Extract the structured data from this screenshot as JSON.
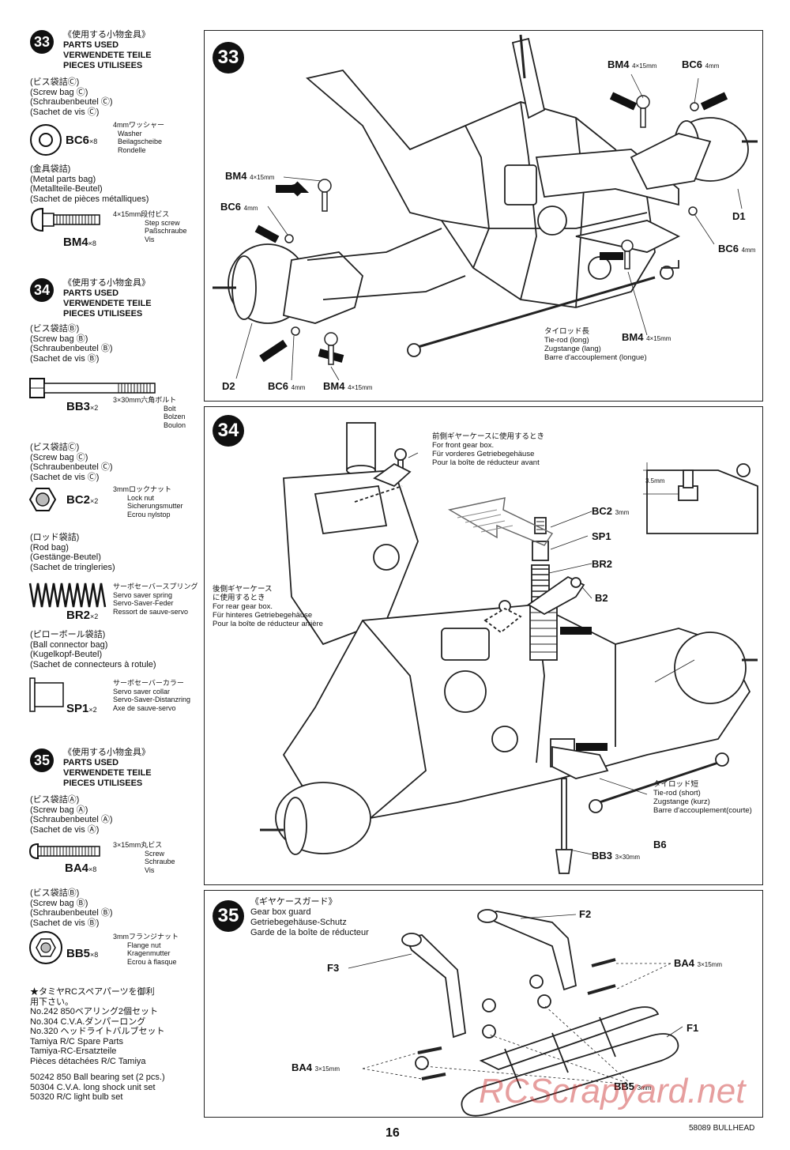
{
  "sidebar": {
    "s33": {
      "num": "33",
      "hdr_jp": "《使用する小物金具》",
      "hdr_en": "PARTS USED",
      "hdr_de": "VERWENDETE TEILE",
      "hdr_fr": "PIECES UTILISEES",
      "bag1": [
        "(ビス袋詰Ⓒ)",
        "(Screw bag Ⓒ)",
        "(Schraubenbeutel Ⓒ)",
        "(Sachet de vis Ⓒ)"
      ],
      "bc6_code": "BC6",
      "bc6_qty": "×8",
      "bc6_desc": [
        "4mmワッシャー",
        "Washer",
        "Beilagscheibe",
        "Rondelle"
      ],
      "bag2": [
        "(金具袋詰)",
        "(Metal parts bag)",
        "(Metallteile-Beutel)",
        "(Sachet de pièces métalliques)"
      ],
      "bm4_code": "BM4",
      "bm4_qty": "×8",
      "bm4_desc": [
        "4×15mm段付ビス",
        "Step screw",
        "Paßschraube",
        "Vis"
      ]
    },
    "s34": {
      "num": "34",
      "hdr_jp": "《使用する小物金具》",
      "hdr_en": "PARTS USED",
      "hdr_de": "VERWENDETE TEILE",
      "hdr_fr": "PIECES UTILISEES",
      "bag1": [
        "(ビス袋詰Ⓑ)",
        "(Screw bag Ⓑ)",
        "(Schraubenbeutel Ⓑ)",
        "(Sachet de vis Ⓑ)"
      ],
      "bb3_code": "BB3",
      "bb3_qty": "×2",
      "bb3_desc": [
        "3×30mm六角ボルト",
        "Bolt",
        "Bolzen",
        "Boulon"
      ],
      "bag2": [
        "(ビス袋詰Ⓒ)",
        "(Screw bag Ⓒ)",
        "(Schraubenbeutel Ⓒ)",
        "(Sachet de vis Ⓒ)"
      ],
      "bc2_code": "BC2",
      "bc2_qty": "×2",
      "bc2_desc": [
        "3mmロックナット",
        "Lock nut",
        "Sicherungsmutter",
        "Ecrou nylstop"
      ],
      "bag3": [
        "(ロッド袋詰)",
        "(Rod bag)",
        "(Gestänge-Beutel)",
        "(Sachet de tringleries)"
      ],
      "br2_code": "BR2",
      "br2_qty": "×2",
      "br2_desc": [
        "サーボセーバースプリング",
        "Servo saver spring",
        "Servo-Saver-Feder",
        "Ressort de sauve-servo"
      ],
      "bag4": [
        "(ピローボール袋詰)",
        "(Ball connector bag)",
        "(Kugelkopf-Beutel)",
        "(Sachet de connecteurs à rotule)"
      ],
      "sp1_code": "SP1",
      "sp1_qty": "×2",
      "sp1_desc": [
        "サーボセーバーカラー",
        "Servo saver collar",
        "Servo-Saver-Distanzring",
        "Axe de sauve-servo"
      ]
    },
    "s35": {
      "num": "35",
      "hdr_jp": "《使用する小物金具》",
      "hdr_en": "PARTS USED",
      "hdr_de": "VERWENDETE TEILE",
      "hdr_fr": "PIECES UTILISEES",
      "bag1": [
        "(ビス袋詰Ⓐ)",
        "(Screw bag Ⓐ)",
        "(Schraubenbeutel Ⓐ)",
        "(Sachet de vis Ⓐ)"
      ],
      "ba4_code": "BA4",
      "ba4_qty": "×8",
      "ba4_desc": [
        "3×15mm丸ビス",
        "Screw",
        "Schraube",
        "Vis"
      ],
      "bag2": [
        "(ビス袋詰Ⓑ)",
        "(Screw bag Ⓑ)",
        "(Schraubenbeutel Ⓑ)",
        "(Sachet de vis Ⓑ)"
      ],
      "bb5_code": "BB5",
      "bb5_qty": "×8",
      "bb5_desc": [
        "3mmフランジナット",
        "Flange nut",
        "Kragenmutter",
        "Ecrou à flasque"
      ]
    },
    "spare": {
      "lines": [
        "★タミヤRCスペアパーツを御利",
        "用下さい。",
        "No.242  850ベアリング2個セット",
        "No.304  C.V.A.ダンパーロング",
        "No.320  ヘッドライトバルブセット",
        "Tamiya R/C Spare Parts",
        "Tamiya-RC-Ersatzteile",
        "Pièces détachées R/C Tamiya",
        "",
        "50242 850 Ball bearing set (2 pcs.)",
        "50304 C.V.A. long shock unit set",
        "50320 R/C light bulb set"
      ]
    }
  },
  "panel33": {
    "num": "33",
    "labels": {
      "bm4_tr": "BM4",
      "bm4_tr_sz": "4×15mm",
      "bc6_tr": "BC6",
      "bc6_tr_sz": "4mm",
      "bm4_l": "BM4",
      "bm4_l_sz": "4×15mm",
      "bc6_l": "BC6",
      "bc6_l_sz": "4mm",
      "d1": "D1",
      "bc6_r": "BC6",
      "bc6_r_sz": "4mm",
      "bm4_br": "BM4",
      "bm4_br_sz": "4×15mm",
      "d2": "D2",
      "bc6_b": "BC6",
      "bc6_b_sz": "4mm",
      "bm4_b": "BM4",
      "bm4_b_sz": "4×15mm"
    },
    "tierod": [
      "タイロッド長",
      "Tie-rod (long)",
      "Zugstange (lang)",
      "Barre d'accouplement (longue)"
    ]
  },
  "panel34": {
    "num": "34",
    "front_note": [
      "前側ギヤーケースに使用するとき",
      "For front gear box.",
      "Für vorderes Getriebegehäuse",
      "Pour la boîte de réducteur avant"
    ],
    "rear_note": [
      "後側ギヤーケース",
      "に使用するとき",
      "For rear gear box.",
      "Für hinteres Getriebegehäuse",
      "Pour la boîte de réducteur arrière"
    ],
    "dim": "3.5mm",
    "labels": {
      "bc2": "BC2",
      "bc2_sz": "3mm",
      "sp1": "SP1",
      "br2": "BR2",
      "b2": "B2",
      "b6": "B6",
      "bb3": "BB3",
      "bb3_sz": "3×30mm"
    },
    "tierod": [
      "タイロッド短",
      "Tie-rod (short)",
      "Zugstange (kurz)",
      "Barre d'accouplement(courte)"
    ]
  },
  "panel35": {
    "num": "35",
    "title": [
      "《ギヤケースガード》",
      "Gear box guard",
      "Getriebegehäuse-Schutz",
      "Garde de la boîte de réducteur"
    ],
    "labels": {
      "f2": "F2",
      "f3": "F3",
      "f1": "F1",
      "ba4_r": "BA4",
      "ba4_r_sz": "3×15mm",
      "ba4_l": "BA4",
      "ba4_l_sz": "3×15mm",
      "bb5": "BB5",
      "bb5_sz": "3mm"
    }
  },
  "footer": {
    "page": "16",
    "code": "58089 BULLHEAD"
  },
  "watermark": "RCScrapyard.net"
}
